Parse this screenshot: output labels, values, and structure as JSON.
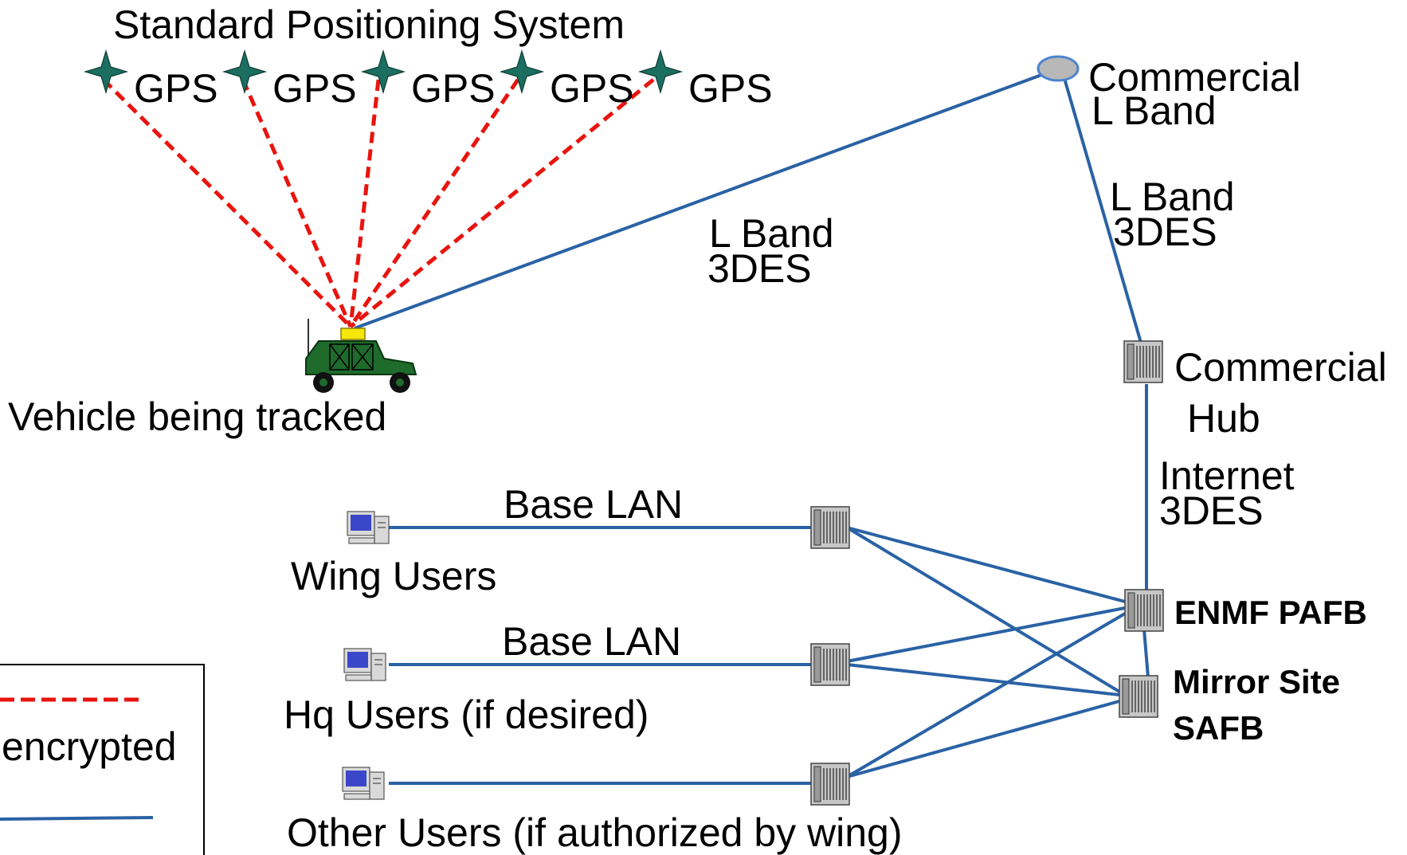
{
  "colors": {
    "blue_link": "#2A62A4",
    "red_dashed": "#E8140E",
    "satellite_fill": "#1B6E60",
    "vehicle_green": "#1E6B2C",
    "vehicle_beacon": "#F5E60B",
    "hub_fill": "#C7C7C7",
    "commercial_ellipse": "#B8B8B8"
  },
  "gps": {
    "title": "Standard Positioning System",
    "satellite_label": "GPS",
    "satellites": [
      {
        "label": "GPS"
      },
      {
        "label": "GPS"
      },
      {
        "label": "GPS"
      },
      {
        "label": "GPS"
      },
      {
        "label": "GPS"
      }
    ]
  },
  "vehicle": {
    "label": "Vehicle being tracked",
    "icon": "humvee-icon"
  },
  "commercial_lband": {
    "line1": "Commercial",
    "line2": "L Band",
    "icon": "satellite-dish-icon"
  },
  "links": {
    "vehicle_to_satellite": {
      "line1": "L Band",
      "line2": "3DES"
    },
    "satellite_to_hub": {
      "line1": "L Band",
      "line2": "3DES"
    },
    "hub_to_enmf": {
      "line1": "Internet",
      "line2": "3DES"
    },
    "wing_lan": "Base LAN",
    "hq_lan": "Base LAN"
  },
  "commercial_hub": {
    "line1": "Commercial",
    "line2": "Hub",
    "icon": "server-icon"
  },
  "enmf": {
    "label": "ENMF PAFB",
    "icon": "server-icon"
  },
  "mirror": {
    "line1": "Mirror Site",
    "line2": "SAFB",
    "icon": "server-icon"
  },
  "users": {
    "wing": {
      "label": "Wing Users",
      "icon": "computer-icon"
    },
    "hq": {
      "label": "Hq Users (if desired)",
      "icon": "computer-icon"
    },
    "other": {
      "label": "Other Users (if authorized by wing)",
      "icon": "computer-icon"
    }
  },
  "legend": {
    "encrypted_label": "encrypted"
  }
}
